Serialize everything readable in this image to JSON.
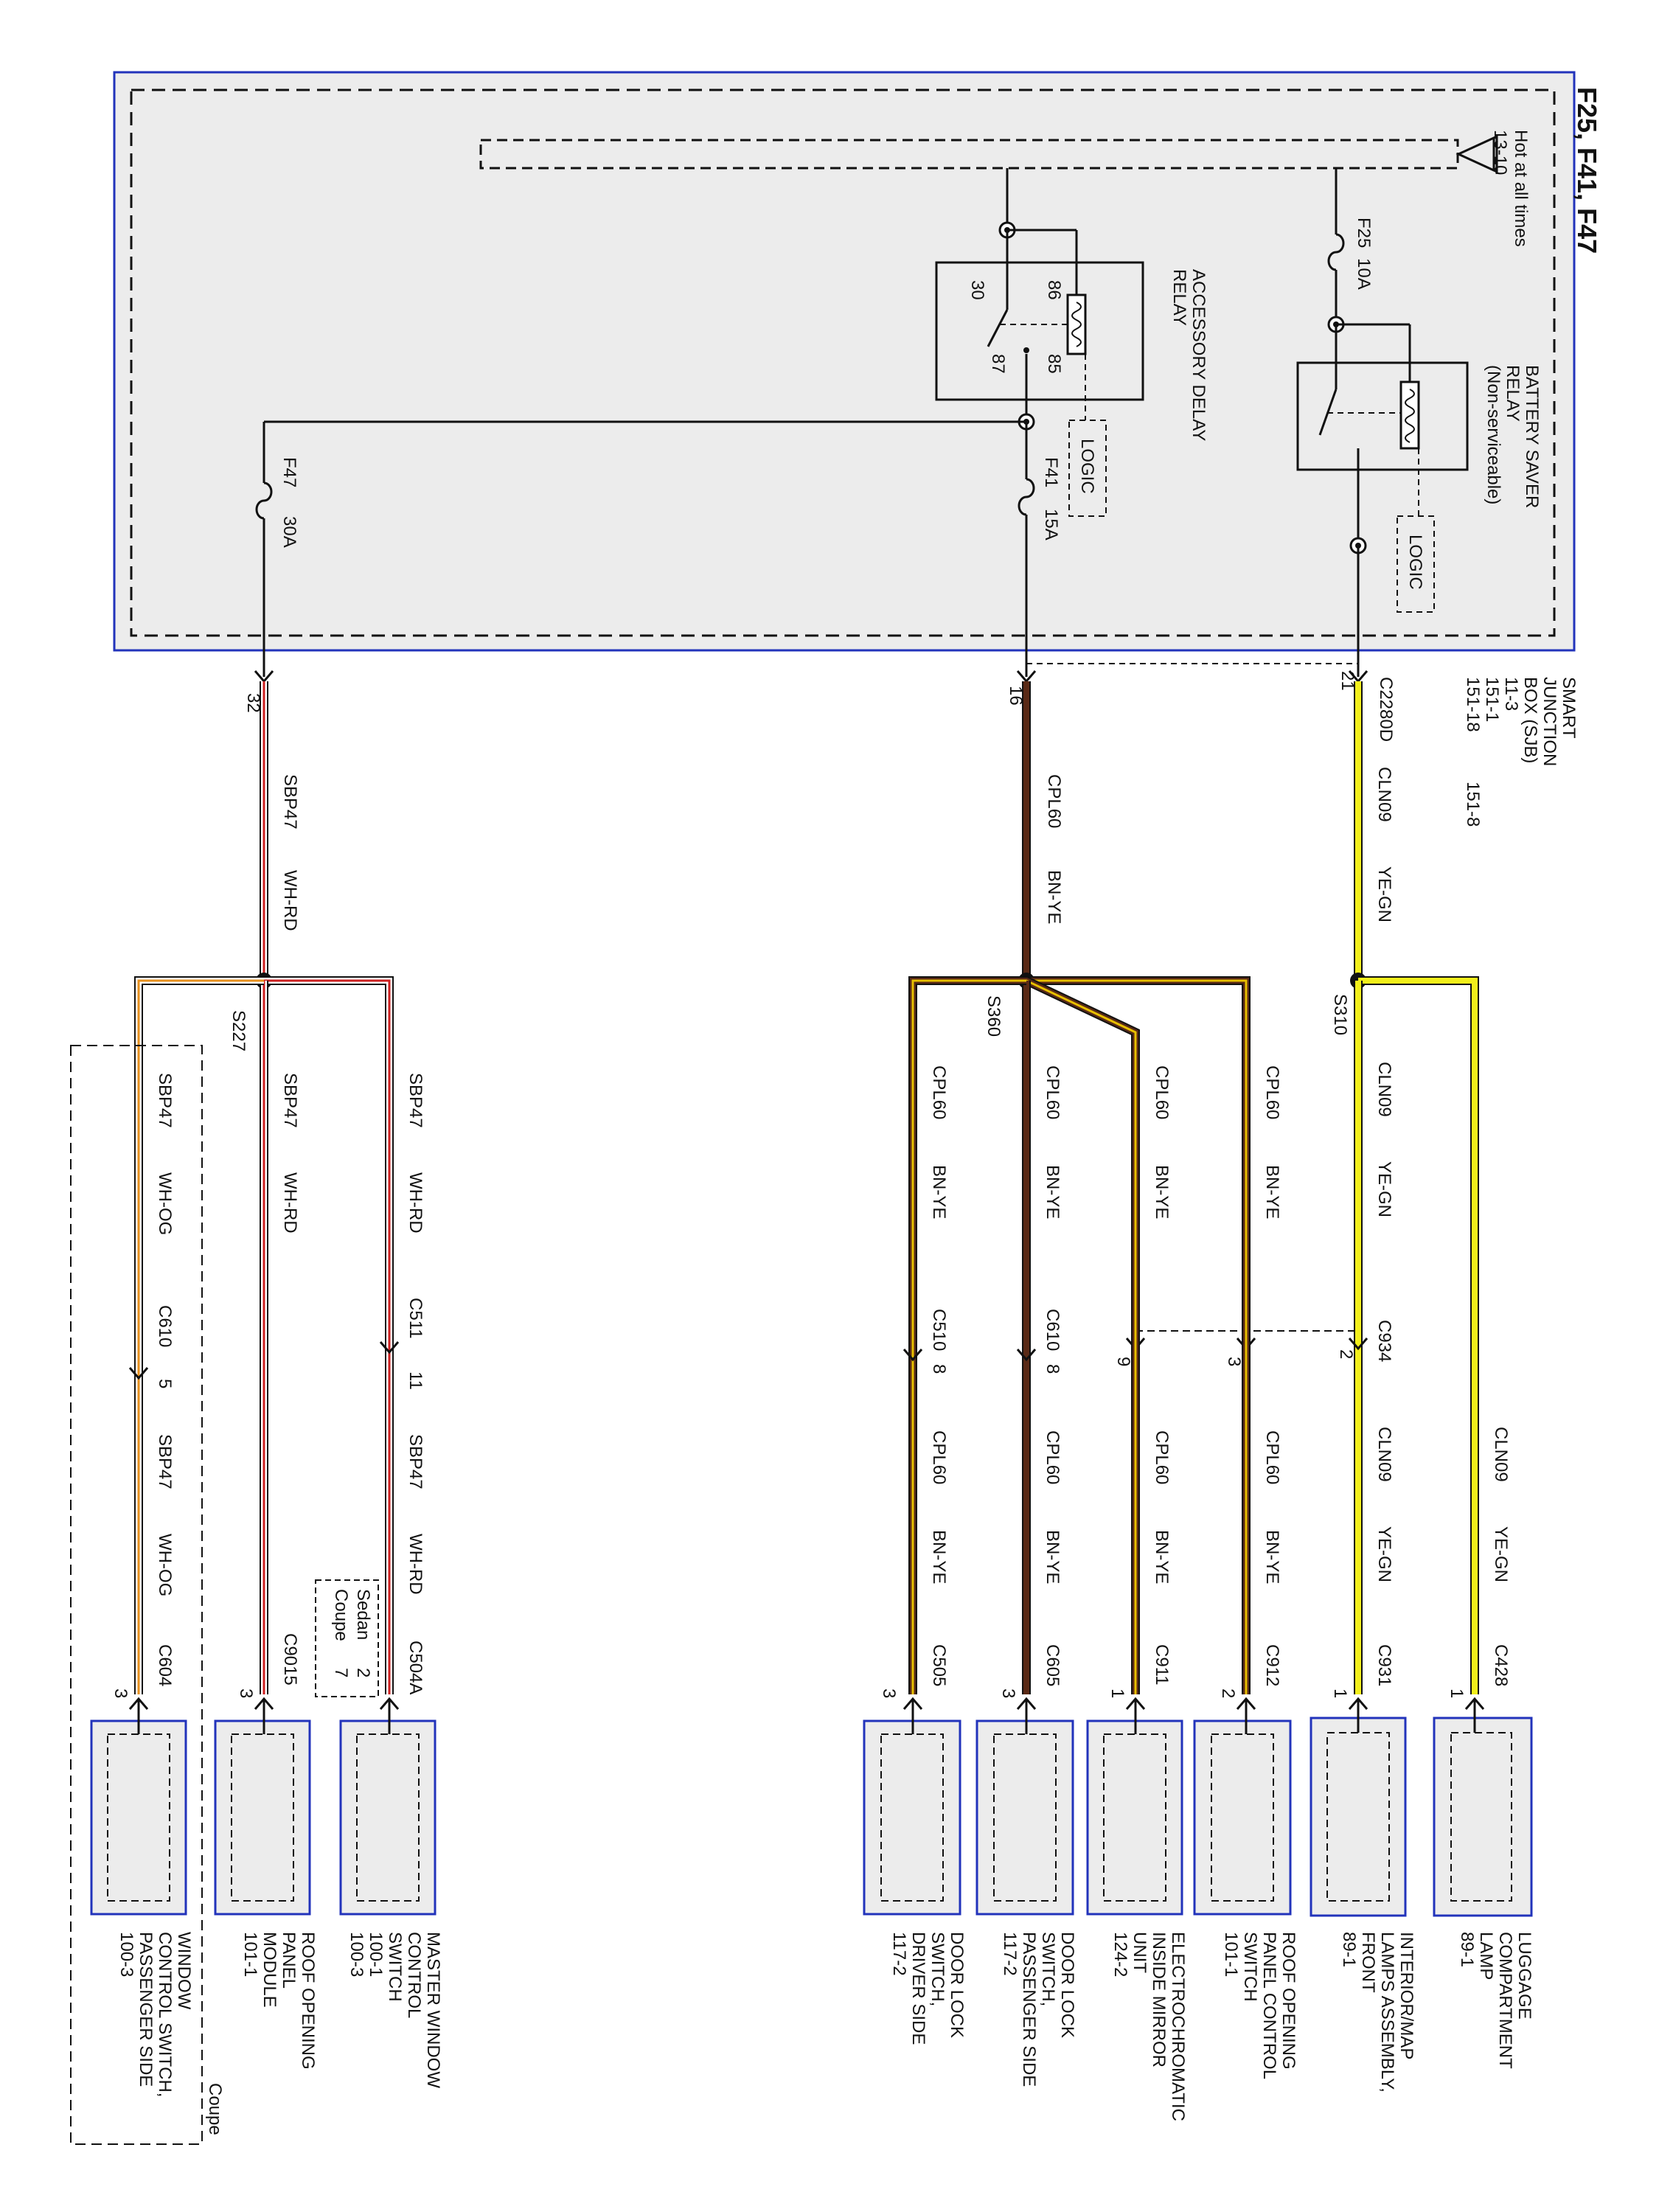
{
  "title": "F25, F41, F47",
  "power_source": {
    "line1": "Hot at all times",
    "line2": "13-10"
  },
  "fuses": {
    "f25": {
      "name": "F25",
      "rating": "10A"
    },
    "f41": {
      "name": "F41",
      "rating": "15A"
    },
    "f47": {
      "name": "F47",
      "rating": "30A"
    }
  },
  "battery_saver_relay": {
    "line1": "BATTERY SAVER",
    "line2": "RELAY",
    "line3": "(Non-serviceable)"
  },
  "accessory_delay_relay": {
    "line1": "ACCESSORY DELAY",
    "line2": "RELAY",
    "pin86": "86",
    "pin85": "85",
    "pin30": "30",
    "pin87": "87"
  },
  "logic_label": "LOGIC",
  "sjb": {
    "lines": [
      "SMART",
      "JUNCTION",
      "BOX (SJB)",
      "11-3",
      "151-1",
      "151-18"
    ],
    "extra_ref": "151-8",
    "connector": "C2280D",
    "pins": {
      "pin21": "21",
      "pin16": "16",
      "pin32": "32"
    }
  },
  "wire_colors": {
    "ye_gn": "#f2ef1b",
    "bn": "#5a2a16",
    "ye_stripe": "#e8c000",
    "rd": "#cc1f1f",
    "wh": "#ffffff",
    "og": "#e8901c",
    "box_border": "#2233bb",
    "box_fill": "#ececec"
  },
  "circuits": {
    "cln09": {
      "name": "CLN09",
      "color": "YE-GN"
    },
    "cpl60": {
      "name": "CPL60",
      "color": "BN-YE"
    },
    "sbp47_rd": {
      "name": "SBP47",
      "color": "WH-RD"
    },
    "sbp47_og": {
      "name": "SBP47",
      "color": "WH-OG"
    }
  },
  "splices": {
    "s310": "S310",
    "s360": "S360",
    "s227": "S227"
  },
  "inline_connectors": {
    "c934": {
      "name": "C934",
      "pin_a": "2",
      "pin_b": "3",
      "pin_c": "9"
    },
    "c610_left": {
      "name": "C610",
      "pin": "8"
    },
    "c510": {
      "name": "C510",
      "pin": "8"
    },
    "c511": {
      "name": "C511",
      "pin": "11"
    },
    "c610_right": {
      "name": "C610",
      "pin": "5"
    }
  },
  "variants": {
    "sedan": "Sedan",
    "sedan_pin": "2",
    "coupe": "Coupe",
    "coupe_pin": "7",
    "coupe_region": "Coupe"
  },
  "components": [
    {
      "connector": "C428",
      "pin": "1",
      "line1": "LUGGAGE",
      "line2": "COMPARTMENT",
      "line3": "LAMP",
      "line4": "89-1"
    },
    {
      "connector": "C931",
      "pin": "1",
      "line1": "INTERIOR/MAP",
      "line2": "LAMPS ASSEMBLY,",
      "line3": "FRONT",
      "line4": "89-1"
    },
    {
      "connector": "C912",
      "pin": "2",
      "line1": "ROOF OPENING",
      "line2": "PANEL CONTROL",
      "line3": "SWITCH",
      "line4": "101-1"
    },
    {
      "connector": "C911",
      "pin": "1",
      "line1": "ELECTROCHROMATIC",
      "line2": "INSIDE MIRROR",
      "line3": "UNIT",
      "line4": "124-2"
    },
    {
      "connector": "C605",
      "pin": "3",
      "line1": "DOOR LOCK",
      "line2": "SWITCH,",
      "line3": "PASSENGER SIDE",
      "line4": "117-2"
    },
    {
      "connector": "C505",
      "pin": "3",
      "line1": "DOOR LOCK",
      "line2": "SWITCH,",
      "line3": "DRIVER SIDE",
      "line4": "117-2"
    },
    {
      "connector": "C504A",
      "pin": "",
      "line1": "MASTER WINDOW",
      "line2": "CONTROL",
      "line3": "SWITCH",
      "line4": "100-1",
      "line5": "100-3"
    },
    {
      "connector": "C9015",
      "pin": "3",
      "line1": "ROOF OPENING",
      "line2": "PANEL",
      "line3": "MODULE",
      "line4": "101-1"
    },
    {
      "connector": "C604",
      "pin": "3",
      "line1": "WINDOW",
      "line2": "CONTROL SWITCH,",
      "line3": "PASSENGER SIDE",
      "line4": "100-3"
    }
  ]
}
